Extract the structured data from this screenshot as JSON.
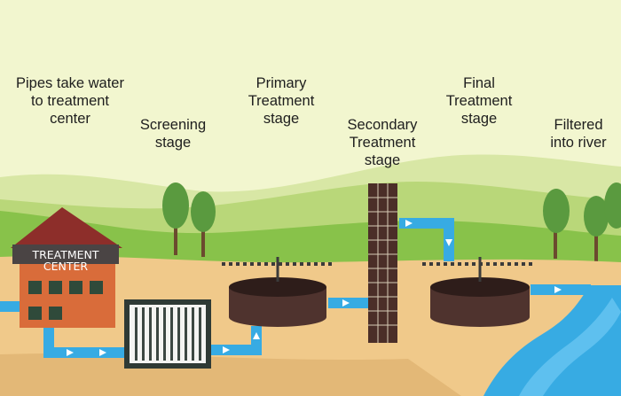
{
  "labels": {
    "pipes": "Pipes take water\nto treatment\ncenter",
    "screening": "Screening\nstage",
    "primary": "Primary\nTreatment\nstage",
    "secondary": "Secondary\nTreatment\nstage",
    "final": "Final\nTreatment\nstage",
    "river": "Filtered\ninto river"
  },
  "building_sign": {
    "line1": "TREATMENT",
    "line2": "CENTER"
  },
  "colors": {
    "sky": "#f2f6cf",
    "far_hill": "#d8e7a5",
    "mid_hill": "#b9d779",
    "near_hill": "#88c24a",
    "ground": "#f0c98a",
    "water": "#37abe3",
    "tank": "#4f332e",
    "building": "#d96c3a",
    "roof": "#8d2e2a",
    "tree": "#5a9a3f"
  }
}
